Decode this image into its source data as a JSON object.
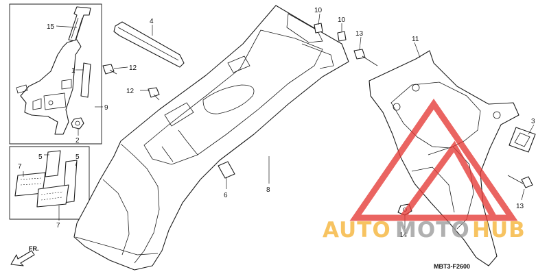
{
  "callouts": {
    "c1": "1",
    "c2": "2",
    "c3": "3",
    "c4": "4",
    "c5a": "5",
    "c5b": "5",
    "c6": "6",
    "c7a": "7",
    "c7b": "7",
    "c8": "8",
    "c9": "9",
    "c10a": "10",
    "c10b": "10",
    "c11": "11",
    "c12a": "12",
    "c12b": "12",
    "c13a": "13",
    "c13b": "13",
    "c14": "14",
    "c15": "15"
  },
  "front_arrow": "FR.",
  "diagram_code": "MBT3-F2600",
  "watermark": {
    "auto": "AUTO",
    "moto": "MOTO",
    "hub": "HUB",
    "colors": {
      "auto": "#f5b335",
      "moto": "#9a9a9a",
      "hub": "#f5b335",
      "triangle": "#e53935"
    }
  }
}
